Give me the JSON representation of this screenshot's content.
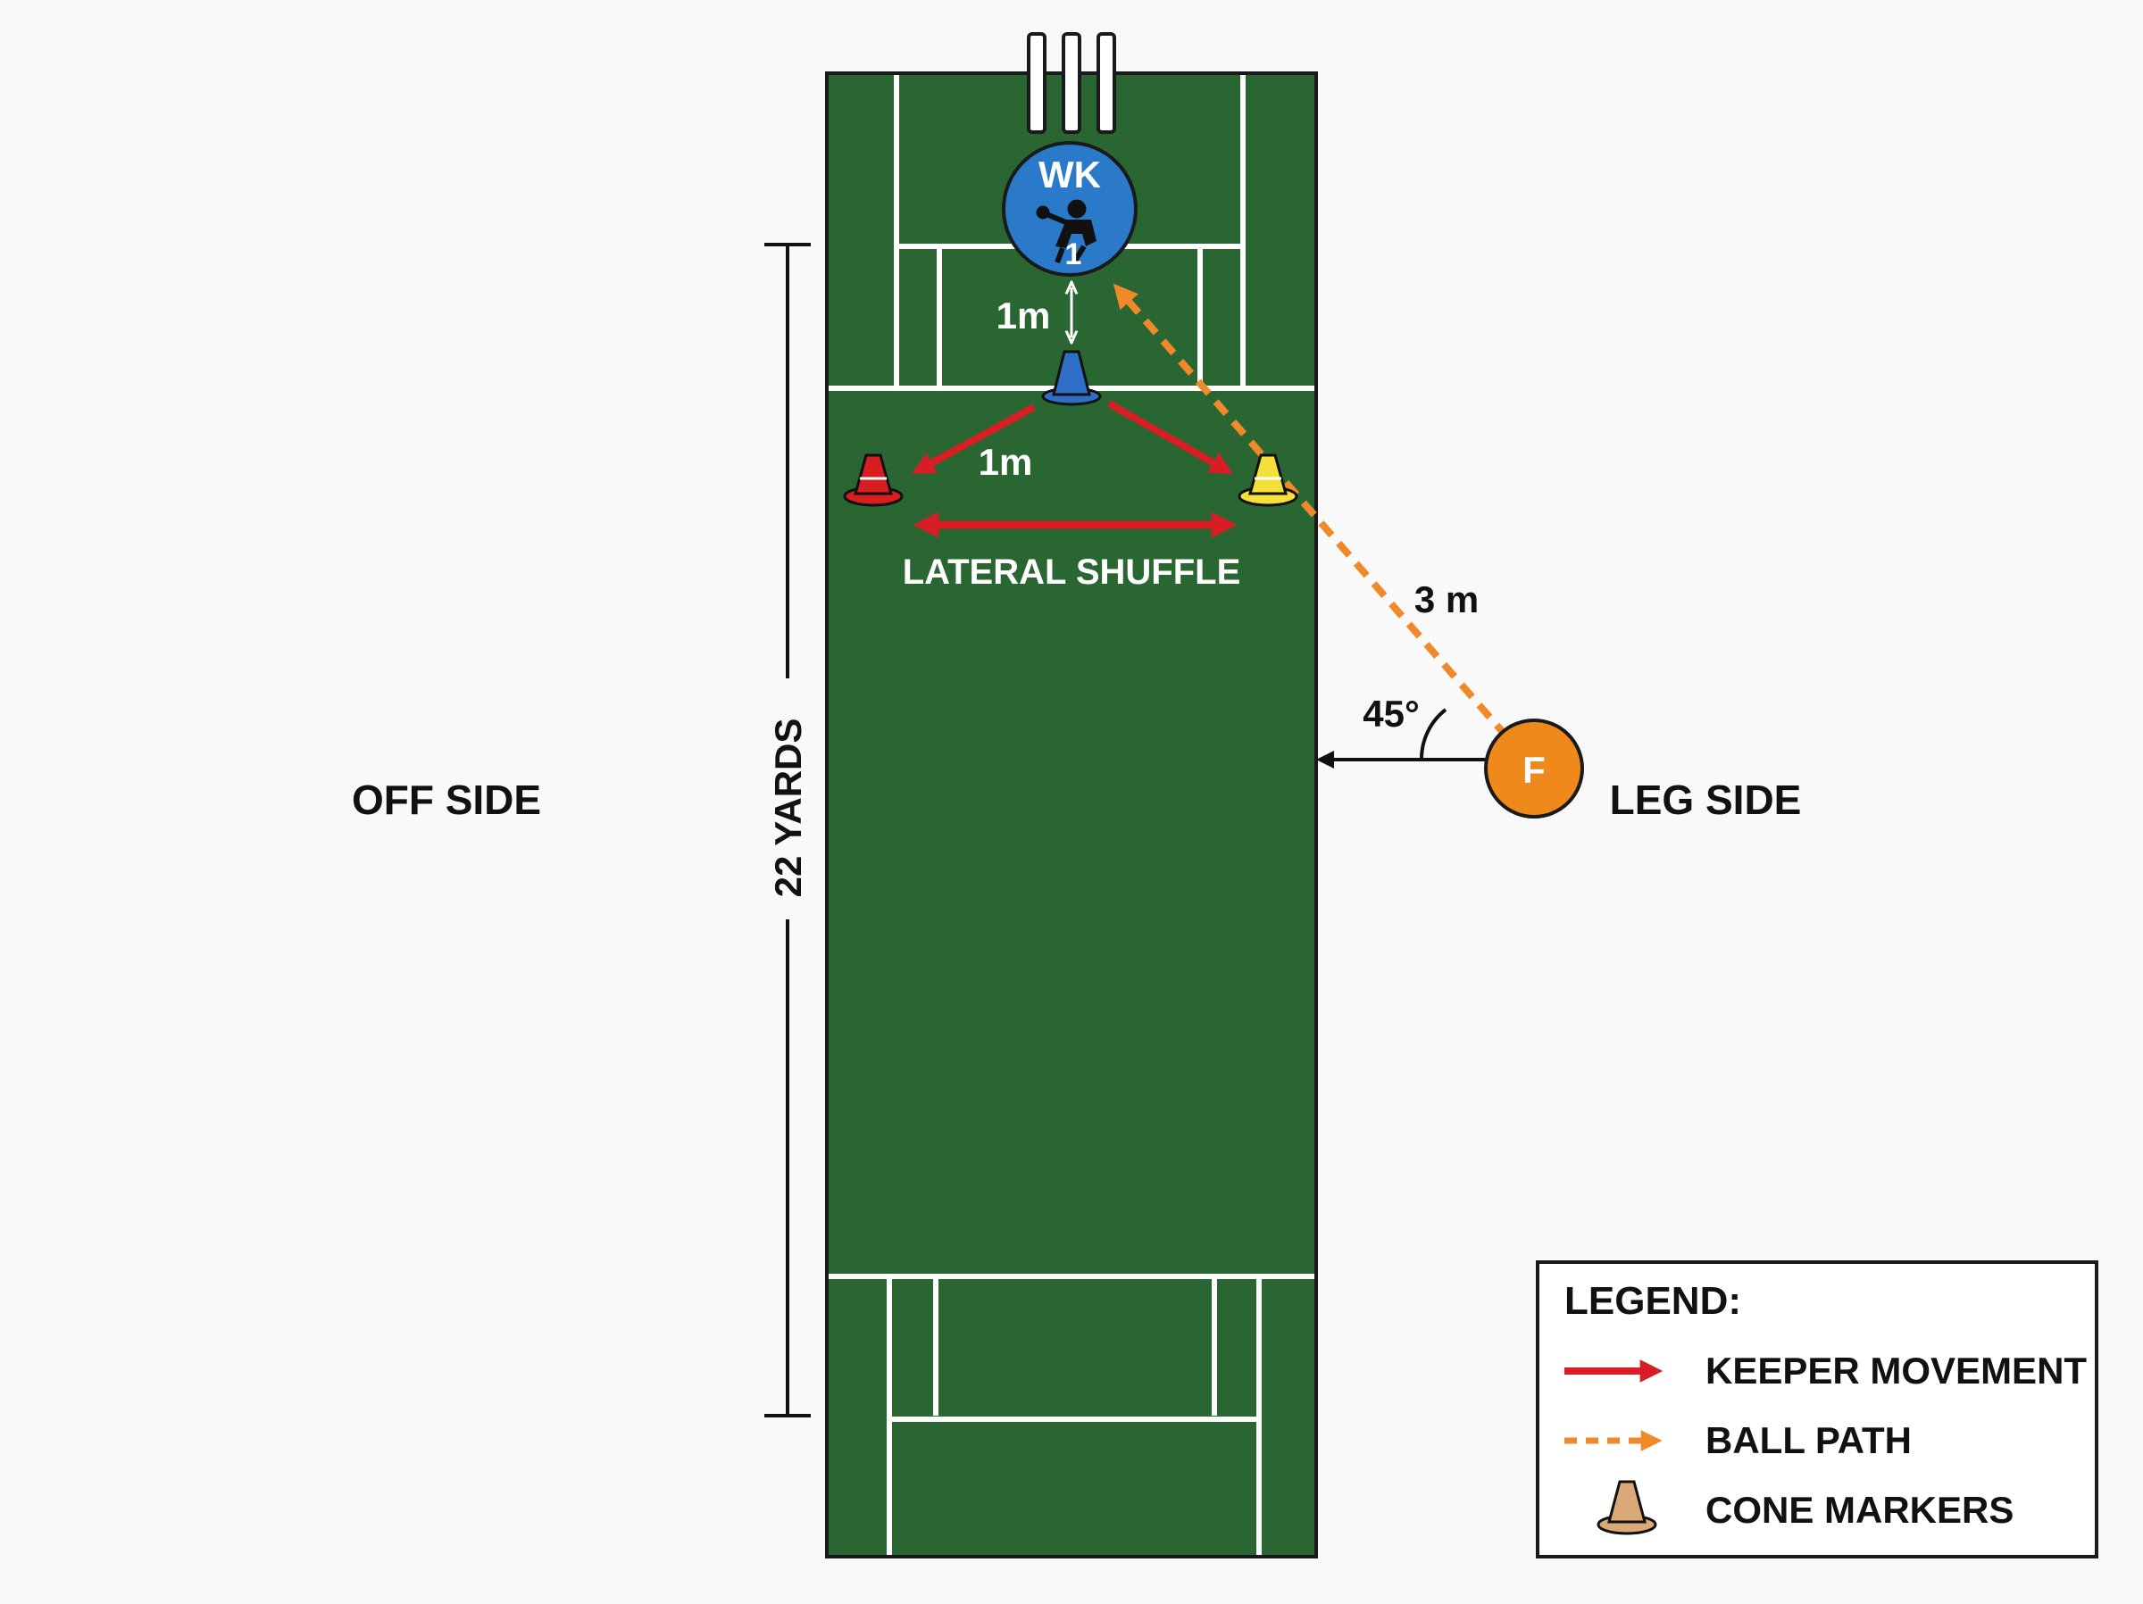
{
  "labels": {
    "off_side": "OFF SIDE",
    "leg_side": "LEG SIDE",
    "pitch_length": "22 YARDS",
    "keeper_badge": "WK",
    "keeper_number": "1",
    "gap_top": "1m",
    "gap_cones": "1m",
    "shuffle": "LATERAL SHUFFLE",
    "feeder_distance": "3 m",
    "angle": "45°",
    "feeder": "F"
  },
  "legend": {
    "title": "LEGEND:",
    "items": [
      {
        "label": "KEEPER MOVEMENT",
        "icon": "red-arrow-icon"
      },
      {
        "label": "BALL PATH",
        "icon": "orange-dashed-arrow-icon"
      },
      {
        "label": "CONE MARKERS",
        "icon": "cone-icon"
      }
    ]
  },
  "colors": {
    "pitch": "#2a6632",
    "keeper": "#2a7ac9",
    "keeper_movement": "#d81e24",
    "ball_path": "#f0892a",
    "feeder": "#f0891c",
    "cone_blue": "#2f6fc8",
    "cone_red": "#d91e22",
    "cone_yellow": "#f4e03a",
    "cone_marker": "#d9a978"
  }
}
